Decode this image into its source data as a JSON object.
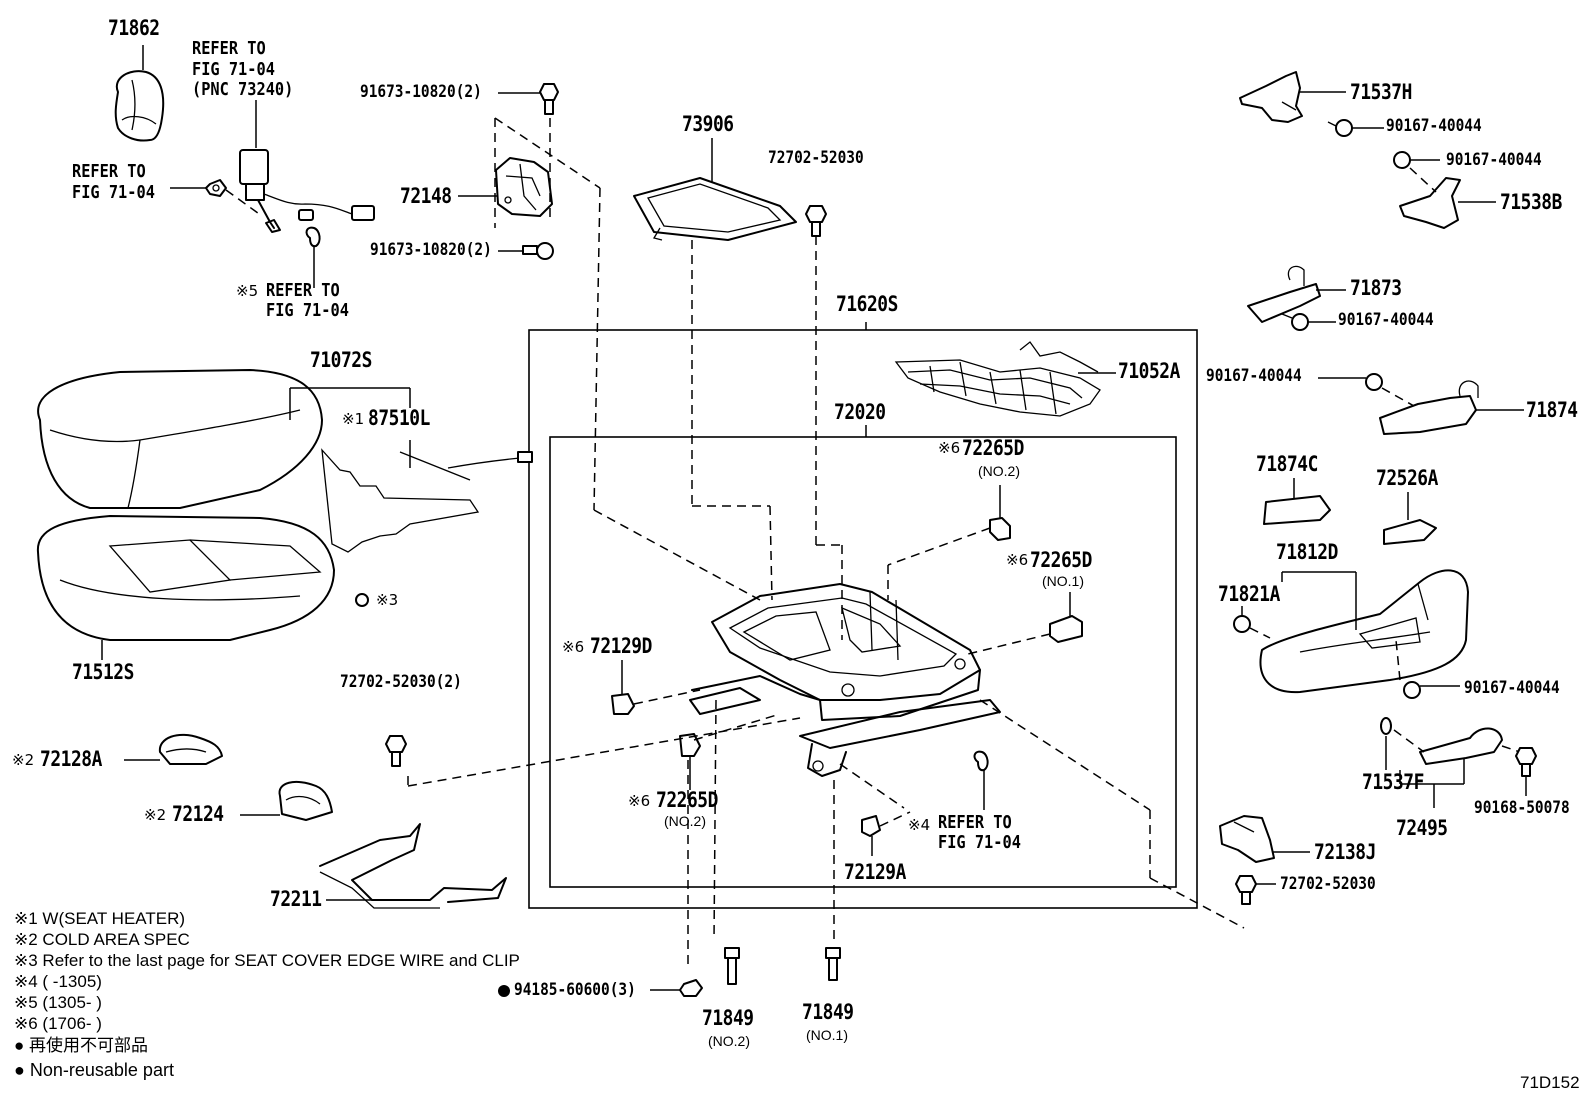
{
  "diagram_code": "71D152",
  "parts": {
    "p71862": "71862",
    "ref_fig_a": [
      "REFER TO",
      "FIG 71-04",
      "(PNC 73240)"
    ],
    "ref_fig_b": [
      "REFER TO",
      "FIG 71-04"
    ],
    "ref_fig_c": [
      "REFER TO",
      "FIG 71-04"
    ],
    "ref_fig_d": [
      "REFER TO",
      "FIG 71-04"
    ],
    "bolt_top": "91673-10820(2)",
    "bolt_mid": "91673-10820(2)",
    "p72148": "72148",
    "p73906": "73906",
    "p72702_top": "72702-52030",
    "p71620S": "71620S",
    "p71052A": "71052A",
    "p72020": "72020",
    "p71072S": "71072S",
    "p87510L": "87510L",
    "p71512S": "71512S",
    "p72702_left": "72702-52030(2)",
    "p72128A": "72128A",
    "p72124": "72124",
    "p72211": "72211",
    "p72265D_a": "72265D",
    "p72265D_a_sub": "(NO.2)",
    "p72265D_b": "72265D",
    "p72265D_b_sub": "(NO.1)",
    "p72129D": "72129D",
    "p72265D_c": "72265D",
    "p72265D_c_sub": "(NO.2)",
    "p72129A": "72129A",
    "p94185": "94185-60600(3)",
    "p71849_a": "71849",
    "p71849_a_sub": "(NO.2)",
    "p71849_b": "71849",
    "p71849_b_sub": "(NO.1)",
    "p71537H": "71537H",
    "p90167_1": "90167-40044",
    "p90167_2": "90167-40044",
    "p71538B": "71538B",
    "p71873": "71873",
    "p90167_3": "90167-40044",
    "p90167_4": "90167-40044",
    "p71874": "71874",
    "p71874C": "71874C",
    "p72526A": "72526A",
    "p71812D": "71812D",
    "p71821A": "71821A",
    "p90167_5": "90167-40044",
    "p71537F": "71537F",
    "p72495": "72495",
    "p90168": "90168-50078",
    "p72138J": "72138J",
    "p72702_right": "72702-52030"
  },
  "marks": {
    "m1": "※1",
    "m2a": "※2",
    "m2b": "※2",
    "m3": "※3",
    "m4": "※4",
    "m5": "※5",
    "m6a": "※6",
    "m6b": "※6",
    "m6c": "※6",
    "m6d": "※6"
  },
  "legend": [
    "※1 W(SEAT HEATER)",
    "※2 COLD AREA SPEC",
    "※3 Refer to the last page for SEAT COVER EDGE WIRE and CLIP",
    "※4 (        -1305)",
    "※5 (1305-        )",
    "※6 (1706-        )",
    "● 再使用不可部品",
    "● Non-reusable part"
  ]
}
